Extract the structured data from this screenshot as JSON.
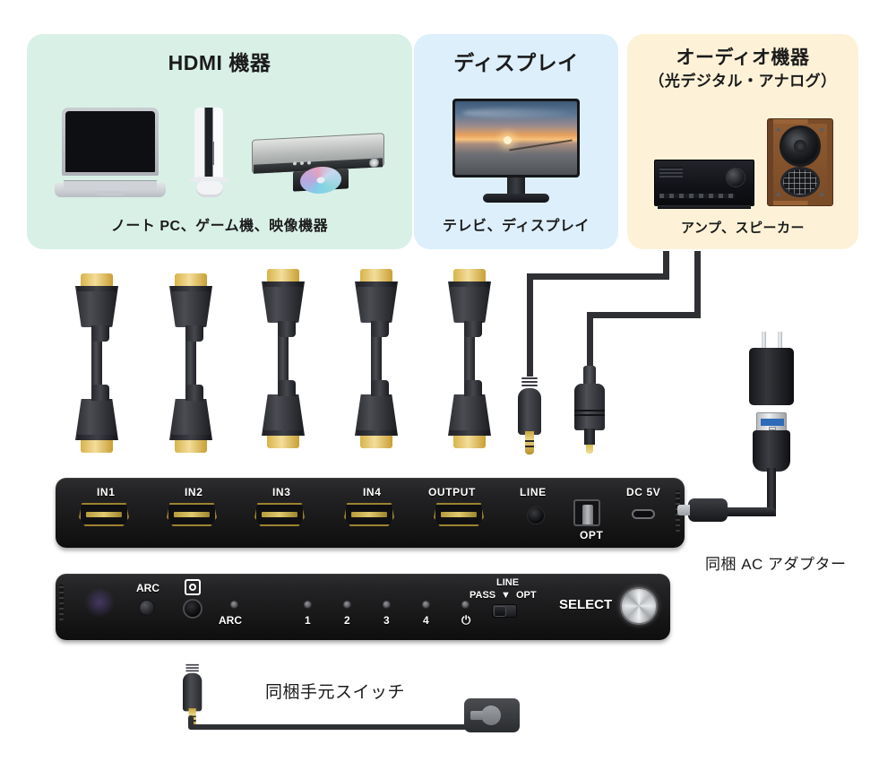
{
  "panels": [
    {
      "id": "hdmi",
      "title": "HDMI 機器",
      "subtitle": "",
      "caption": "ノート PC、ゲーム機、映像機器",
      "bg": "#d9f0e7",
      "devices": [
        "laptop",
        "game-console",
        "disc-player"
      ]
    },
    {
      "id": "display",
      "title": "ディスプレイ",
      "subtitle": "",
      "caption": "テレビ、ディスプレイ",
      "bg": "#ddeffb",
      "devices": [
        "monitor"
      ]
    },
    {
      "id": "audio",
      "title": "オーディオ機器",
      "subtitle": "（光デジタル・アナログ）",
      "caption": "アンプ、スピーカー",
      "bg": "#fdf2d8",
      "devices": [
        "amplifier",
        "speaker"
      ]
    }
  ],
  "cables": {
    "hdmi_count": 5,
    "analog_jack": "3.5mm-stereo-jack",
    "optical_jack": "toslink-optical-plug"
  },
  "rear_panel": {
    "ports": [
      {
        "label": "IN1",
        "type": "hdmi"
      },
      {
        "label": "IN2",
        "type": "hdmi"
      },
      {
        "label": "IN3",
        "type": "hdmi"
      },
      {
        "label": "IN4",
        "type": "hdmi"
      },
      {
        "label": "OUTPUT",
        "type": "hdmi"
      },
      {
        "label": "LINE",
        "type": "analog-jack"
      },
      {
        "label": "OPT",
        "type": "optical"
      },
      {
        "label": "DC 5V",
        "type": "usb-c"
      }
    ]
  },
  "front_panel": {
    "arc_button_label": "ARC",
    "ir_port_label": "ir-sensor",
    "leds": [
      {
        "label": "ARC"
      },
      {
        "label": "1"
      },
      {
        "label": "2"
      },
      {
        "label": "3"
      },
      {
        "label": "4"
      },
      {
        "label": "⏻"
      }
    ],
    "switch": {
      "top_label": "LINE",
      "left_label": "PASS",
      "center_marker": "▼",
      "right_label": "OPT"
    },
    "select_label": "SELECT"
  },
  "annotations": {
    "ac_adapter": "同梱 AC アダプター",
    "wired_remote": "同梱手元スイッチ"
  },
  "colors": {
    "panel_hdmi": "#d9f0e7",
    "panel_display": "#ddeffb",
    "panel_audio": "#fdf2d8",
    "cable_black": "#2f3033",
    "hdmi_gold": "#d8b34a",
    "text": "#1a1a1a",
    "background": "#ffffff"
  }
}
